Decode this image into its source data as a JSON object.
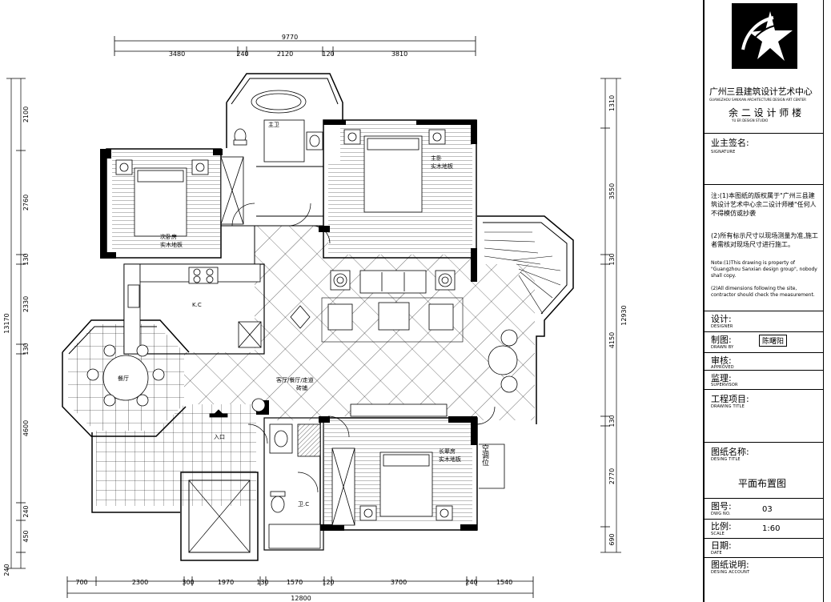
{
  "plan": {
    "top_total": "9770",
    "top_segments": [
      "3480",
      "240",
      "2120",
      "120",
      "3810"
    ],
    "bottom_total": "12800",
    "bottom_segments": [
      "700",
      "2300",
      "300",
      "1970",
      "130",
      "1570",
      "120",
      "3700",
      "240",
      "1540"
    ],
    "left_total": "13170",
    "left_segments": [
      "2100",
      "2760",
      "130",
      "2330",
      "130",
      "4600",
      "240",
      "450",
      "240"
    ],
    "right_total": "12930",
    "right_segments": [
      "1310",
      "3550",
      "130",
      "4150",
      "130",
      "2770",
      "690"
    ],
    "rooms": {
      "master_bath": "主卫",
      "master_bed": "主卧",
      "closet": "实木地板",
      "second_bed": "次卧房",
      "kitchen": "K.C",
      "dining": "餐厅",
      "living": "客厅/餐厅/走道",
      "flooring": "砖铺",
      "stair_down": "入口",
      "kids_bed": "长辈房",
      "wc": "卫.C",
      "vertical_side": "空调位"
    }
  },
  "titleblock": {
    "company_cn": "广州三县建筑设计艺术中心",
    "company_en": "GUANGZHOU SANXIAN ARCHITECTURE DESIGN ART CENTER",
    "designer_cn": "余 二 设 计 师 楼",
    "designer_en": "YU ER DESIGN STUDIO",
    "owner_label": "业主签名:",
    "owner_sub": "SIGNATURE",
    "notes_cn_1": "注:(1)本图纸的版权属于\"广州三县建筑设计艺术中心余二设计师楼\"任何人不得模仿或抄袭",
    "notes_cn_2": "(2)所有标示尺寸以现场测量为准,施工者需核对现场尺寸进行施工。",
    "notes_en_1": "Note:(1)This drawing is property of \"Guangzhou Sanxian design group\", nobody shall copy.",
    "notes_en_2": "(2)All dimensions following the site, contractor should check the measurement.",
    "design_label": "设计:",
    "design_sub": "DESIGNER",
    "draw_label": "制图:",
    "draw_sub": "DRAWN BY",
    "draw_stamp": "陈曙阳",
    "check_label": "审核:",
    "check_sub": "APPROVED",
    "supervise_label": "监理:",
    "supervise_sub": "SUPERVISOR",
    "project_label": "工程项目:",
    "project_sub": "DRAWING TITLE",
    "drawing_name_label": "图纸名称:",
    "drawing_name_sub": "DESING TITLE",
    "drawing_name": "平面布置图",
    "number_label": "图号:",
    "number_sub": "DWG NO.",
    "number_value": "03",
    "scale_label": "比例:",
    "scale_sub": "SCALE",
    "scale_value": "1:60",
    "date_label": "日期:",
    "date_sub": "DATE",
    "desc_label": "图纸说明:",
    "desc_sub": "DESING ACCOUNT"
  }
}
